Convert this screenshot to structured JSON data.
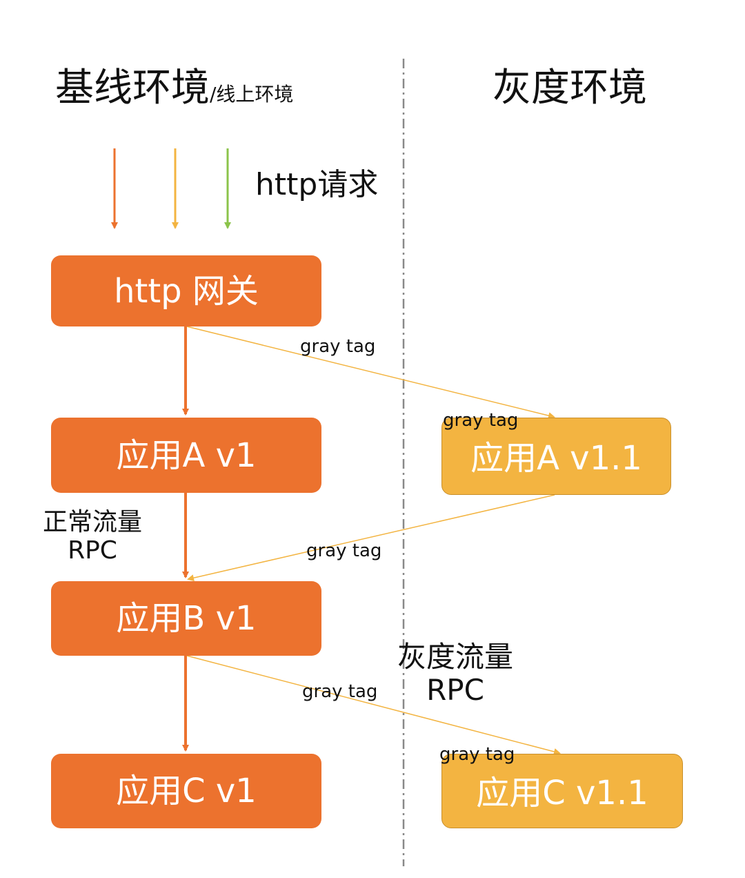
{
  "titles": {
    "baseline": "基线环境",
    "baseline_sub": "/线上环境",
    "gray": "灰度环境"
  },
  "labels": {
    "http_request": "http请求",
    "normal_traffic": "正常流量",
    "normal_rpc": "RPC",
    "gray_traffic": "灰度流量",
    "gray_rpc": "RPC",
    "gray_tag": "gray tag"
  },
  "nodes": {
    "gateway": "http 网关",
    "app_a_v1": "应用A v1",
    "app_a_v11": "应用A v1.1",
    "app_b_v1": "应用B v1",
    "app_c_v1": "应用C v1",
    "app_c_v11": "应用C v1.1"
  },
  "colors": {
    "baseline_box": "#ec722e",
    "gray_box": "#f3b441",
    "request_arrow_1": "#ec722e",
    "request_arrow_2": "#f3b441",
    "request_arrow_3": "#8bc34a",
    "gray_flow_line": "#f3b441",
    "normal_flow_line": "#ec722e",
    "divider": "#888888"
  }
}
